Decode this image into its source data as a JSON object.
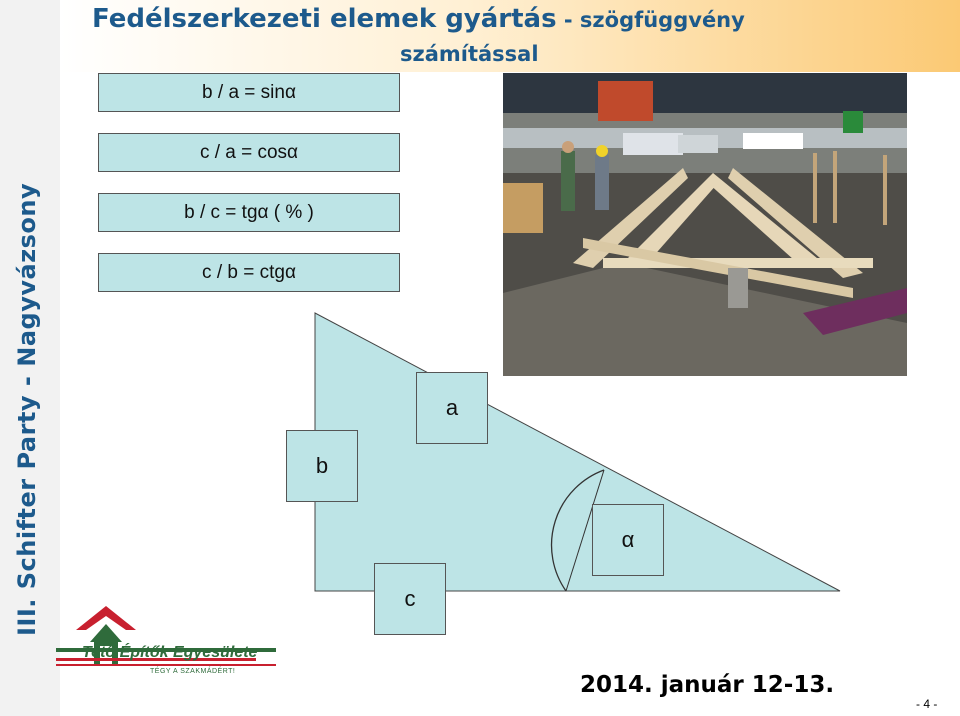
{
  "sidebar": {
    "vertical_title": "III. Schifter Party - Nagyvázsony"
  },
  "header": {
    "title_main": "Fedélszerkezeti elemek gyártás",
    "title_sub": " - szögfüggvény",
    "title_sub2": "számítással"
  },
  "formulas": [
    "b / a = sinα",
    "c / a = cosα",
    "b / c = tgα ( % )",
    "c / b = ctgα"
  ],
  "triangle_labels": {
    "b": "b",
    "a": "a",
    "c": "c",
    "alpha": "α"
  },
  "logo": {
    "name": "Tető Építők Egyesülete",
    "slogan": "TÉGY A SZAKMÁDÉRT!"
  },
  "footer": {
    "date": "2014. január 12-13.",
    "page": "- 4 -"
  },
  "colors": {
    "title_blue": "#1d5a8c",
    "box_fill": "#bde4e6",
    "triangle_fill": "#bde4e6",
    "header_gradient_end": "#fbc974",
    "logo_green": "#2f6b3b",
    "logo_red": "#c8202f"
  }
}
